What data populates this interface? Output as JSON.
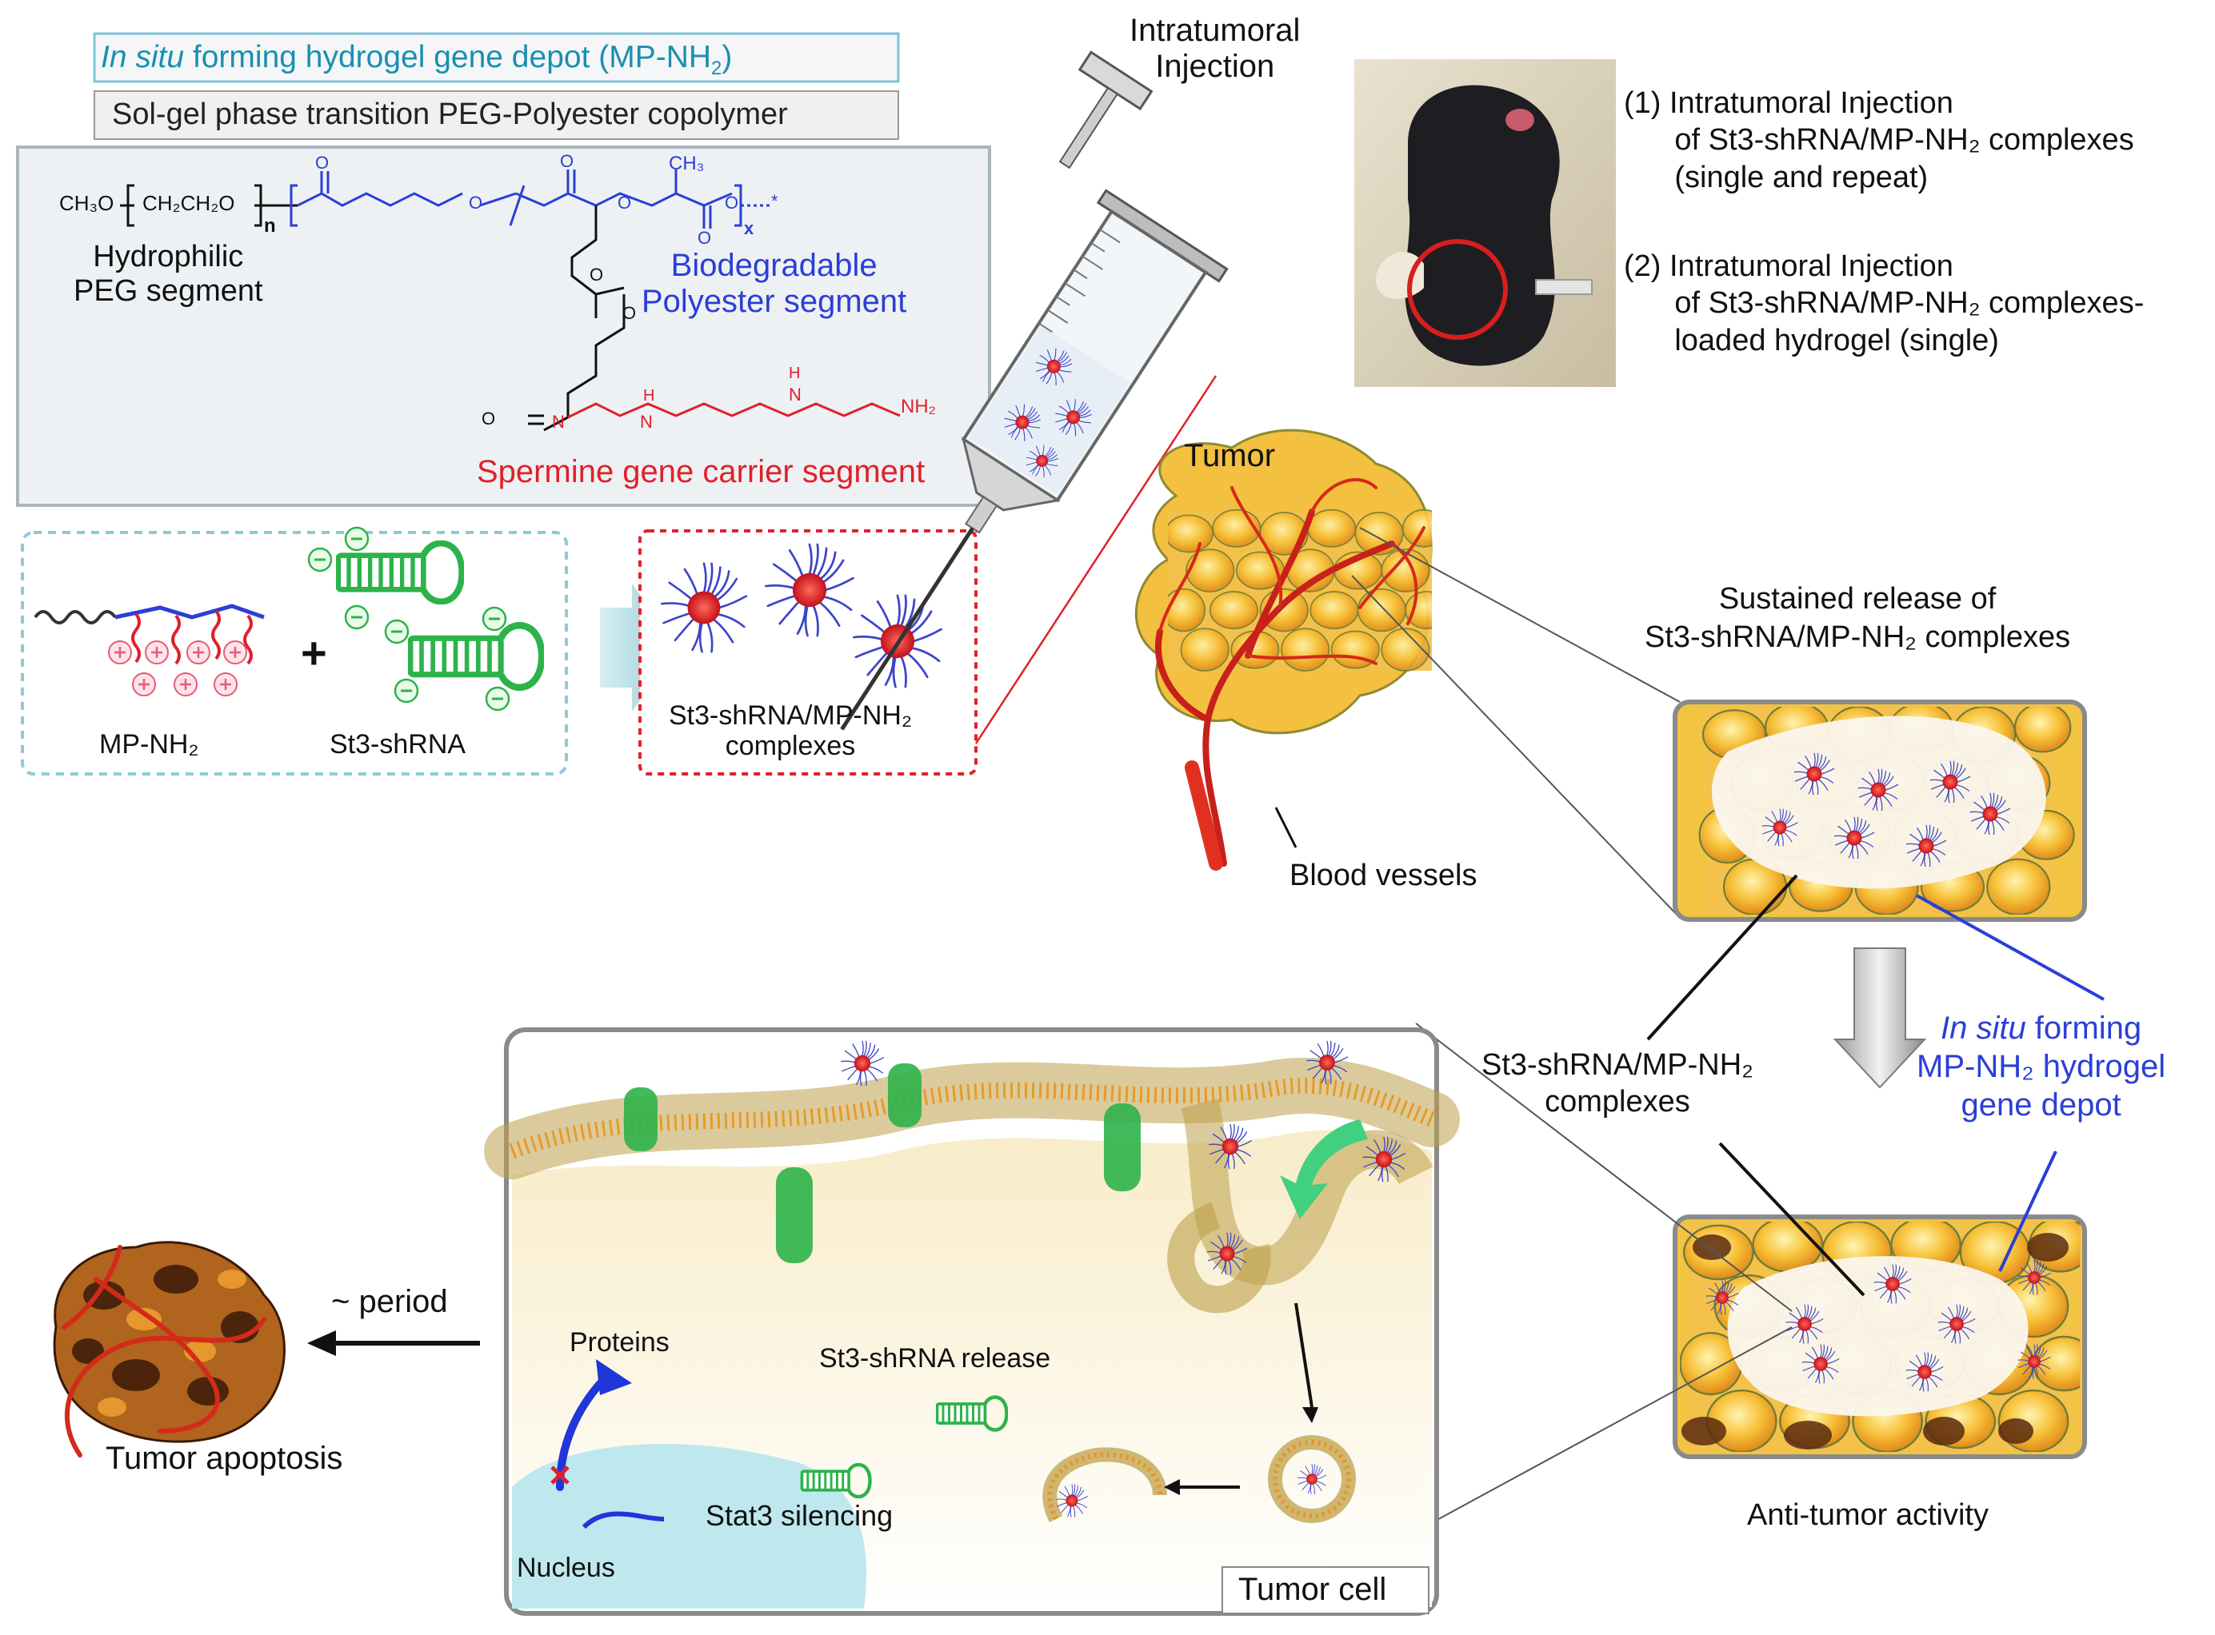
{
  "title_box": {
    "line1_italic": "In situ",
    "line1_rest": " forming hydrogel gene depot (MP-NH",
    "line1_sub": "2",
    "line1_end": ")",
    "line2": "Sol-gel phase transition PEG-Polyester copolymer"
  },
  "structure": {
    "methoxy": "CH₃O",
    "repeat": "CH₂CH₂O",
    "n": "n",
    "x": "x",
    "ch3": "CH₃",
    "hydrophilic": "Hydrophilic\nPEG segment",
    "biodegradable": "Biodegradable\nPolyester segment",
    "spermine": "Spermine gene carrier segment",
    "o_atom": "O",
    "n_atom": "N",
    "h_atom": "H",
    "nh2": "NH₂",
    "star": "*"
  },
  "components": {
    "mp_nh2": "MP-NH₂",
    "st3_shrna": "St3-shRNA",
    "plus": "+",
    "complexes": "St3-shRNA/MP-NH₂\ncomplexes"
  },
  "injection": {
    "intratumoral": "Intratumoral\nInjection",
    "tumor": "Tumor",
    "blood_vessels": "Blood vessels"
  },
  "protocol": {
    "item1": "(1) Intratumoral Injection\n      of St3-shRNA/MP-NH₂ complexes\n      (single and repeat)",
    "item2": "(2) Intratumoral Injection\n      of St3-shRNA/MP-NH₂ complexes-\n      loaded hydrogel (single)"
  },
  "release": {
    "sustained": "Sustained release of\nSt3-shRNA/MP-NH₂ complexes",
    "complexes_label": "St3-shRNA/MP-NH₂\ncomplexes",
    "depot_italic": "In situ",
    "depot_rest": " forming",
    "depot_line2": "MP-NH₂ hydrogel",
    "depot_line3": "gene depot",
    "anti_tumor": "Anti-tumor activity"
  },
  "cell": {
    "proteins": "Proteins",
    "release": "St3-shRNA release",
    "silencing": "Stat3 silencing",
    "nucleus": "Nucleus",
    "tumor_cell": "Tumor cell",
    "period": "~ period",
    "apoptosis": "Tumor apoptosis"
  },
  "colors": {
    "teal_text": "#1a8fb0",
    "blue_text": "#2a3fd6",
    "red_text": "#e0202a",
    "green": "#2db34a",
    "tumor_orange": "#f2b230",
    "vessel_red": "#d42a1a"
  }
}
